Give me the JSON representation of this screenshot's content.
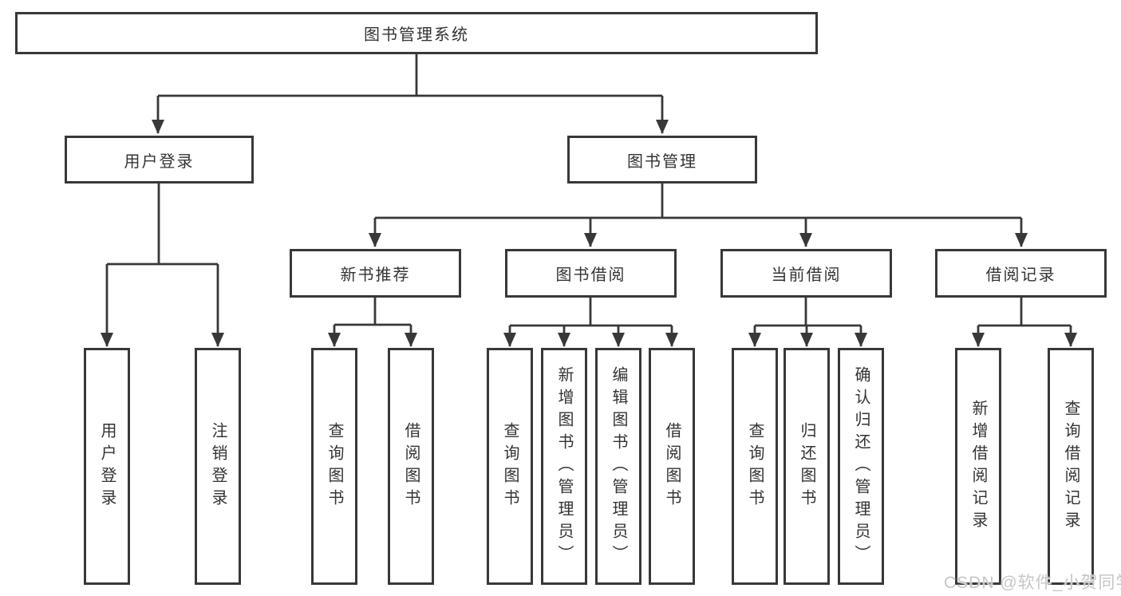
{
  "nodes": {
    "root": "图书管理系统",
    "user_login": "用户登录",
    "book_mgmt": "图书管理",
    "new_books": "新书推荐",
    "book_borrow": "图书借阅",
    "current_borrow": "当前借阅",
    "borrow_records": "借阅记录"
  },
  "leaves": {
    "user_login": "用户登录",
    "logout": "注销登录",
    "nb_query_books": "查询图书",
    "nb_borrow_books": "借阅图书",
    "bb_query_books": "查询图书",
    "bb_add_books": "新增图书（管理员）",
    "bb_edit_books": "编辑图书（管理员）",
    "bb_borrow_books": "借阅图书",
    "cb_query_books": "查询图书",
    "cb_return_books": "归还图书",
    "cb_confirm_return": "确认归还（管理员）",
    "br_add_record": "新增借阅记录",
    "br_query_record": "查询借阅记录"
  },
  "watermark": "CSDN @软件_小贺同学",
  "colors": {
    "line": "#383838",
    "text": "#333333",
    "background": "#ffffff",
    "watermark": "#c6c6c6"
  }
}
